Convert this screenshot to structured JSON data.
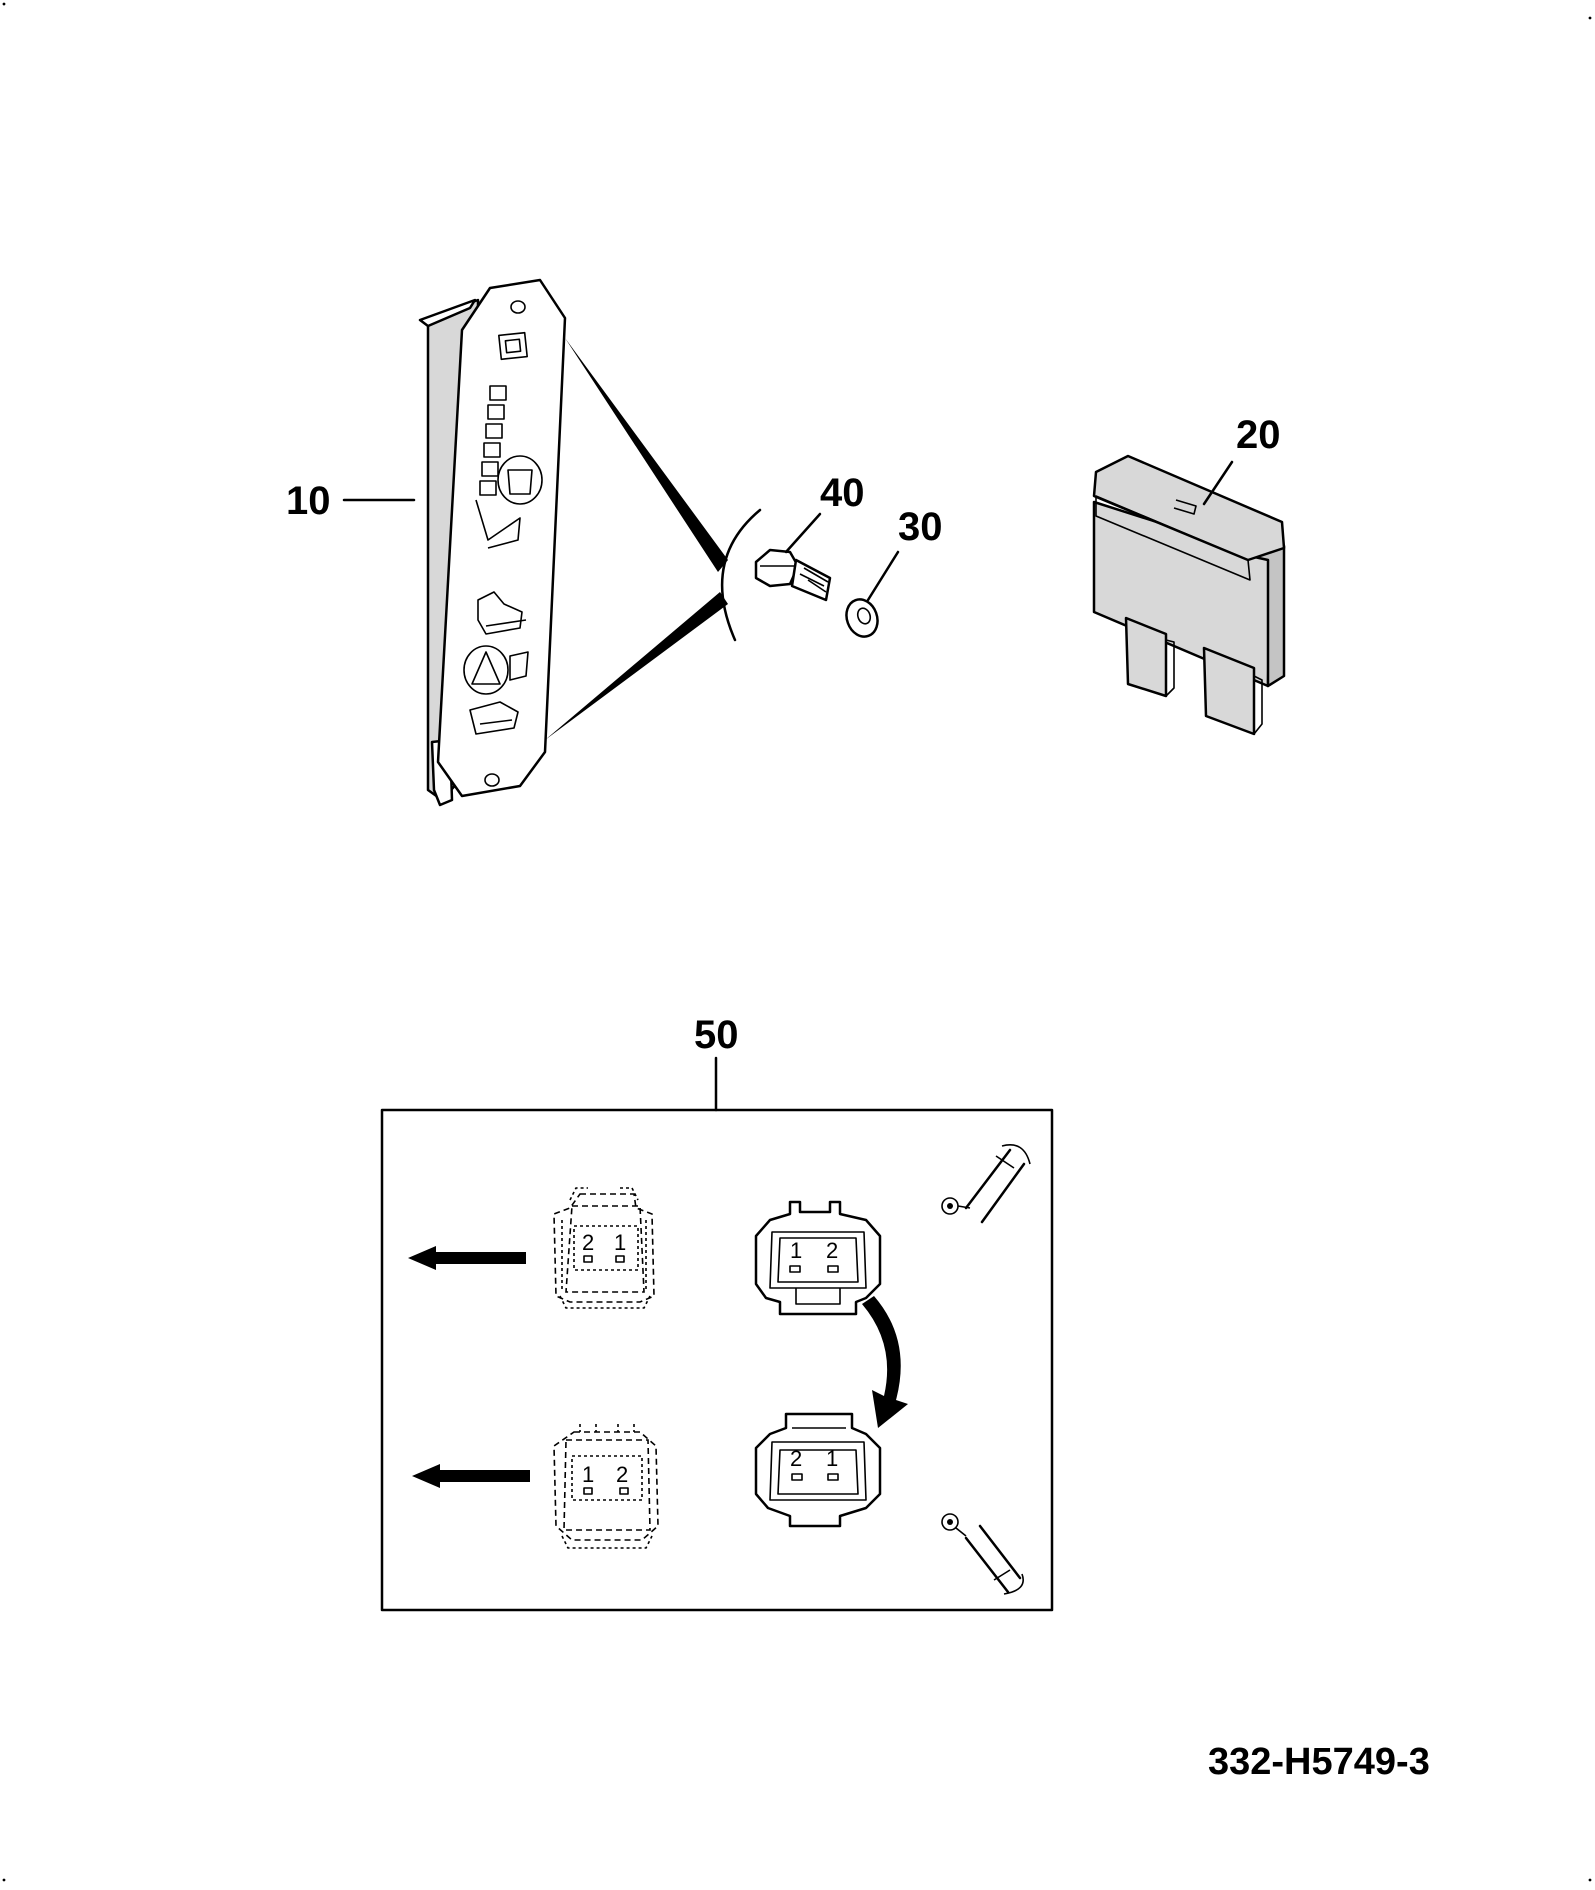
{
  "callouts": {
    "item_10": "10",
    "item_20": "20",
    "item_30": "30",
    "item_40": "40",
    "item_50": "50"
  },
  "connector_pins": {
    "upper_removed": [
      "2",
      "1"
    ],
    "upper_fitted": [
      "1",
      "2"
    ],
    "lower_removed": [
      "1",
      "2"
    ],
    "lower_fitted": [
      "2",
      "1"
    ]
  },
  "drawing_number": "332-H5749-3",
  "colors": {
    "line": "#000000",
    "background": "#ffffff",
    "fuse_fill": "#d8d8d8"
  },
  "icons": [
    "switch-panel-icon",
    "bolt-icon",
    "washer-icon",
    "blade-fuse-icon",
    "connector-icon",
    "arrow-left-icon",
    "curved-arrow-icon",
    "cable-terminal-icon"
  ]
}
